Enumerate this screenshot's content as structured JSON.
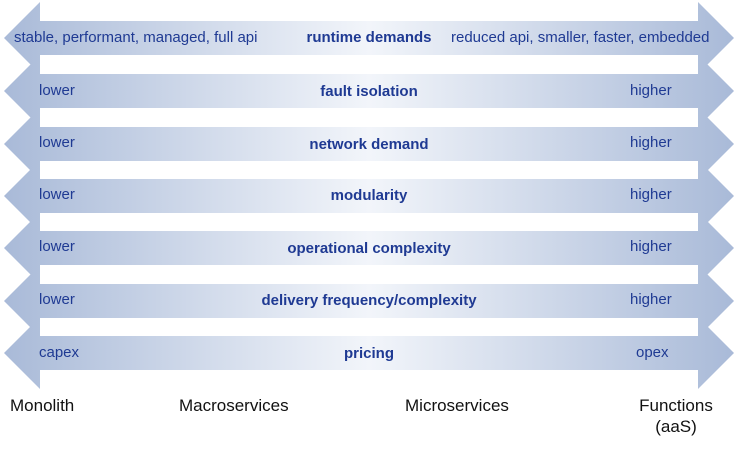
{
  "rows": [
    {
      "left": "stable, performant, managed, full api",
      "center": "runtime demands",
      "right": "reduced api, smaller, faster, embedded"
    },
    {
      "left": "lower",
      "center": "fault isolation",
      "right": "higher"
    },
    {
      "left": "lower",
      "center": "network demand",
      "right": "higher"
    },
    {
      "left": "lower",
      "center": "modularity",
      "right": "higher"
    },
    {
      "left": "lower",
      "center": "operational complexity",
      "right": "higher"
    },
    {
      "left": "lower",
      "center": "delivery frequency/complexity",
      "right": "higher"
    },
    {
      "left": "capex",
      "center": "pricing",
      "right": "opex"
    }
  ],
  "spectrum": {
    "monolith": "Monolith",
    "macroservices": "Macroservices",
    "microservices": "Microservices",
    "functions": "Functions",
    "functions_sub": "(aaS)"
  },
  "colors": {
    "arrow_light": "#f2f5fa",
    "arrow_dark": "#a9bad8",
    "label_text": "#1f3a93",
    "bottom_text": "#111111"
  }
}
